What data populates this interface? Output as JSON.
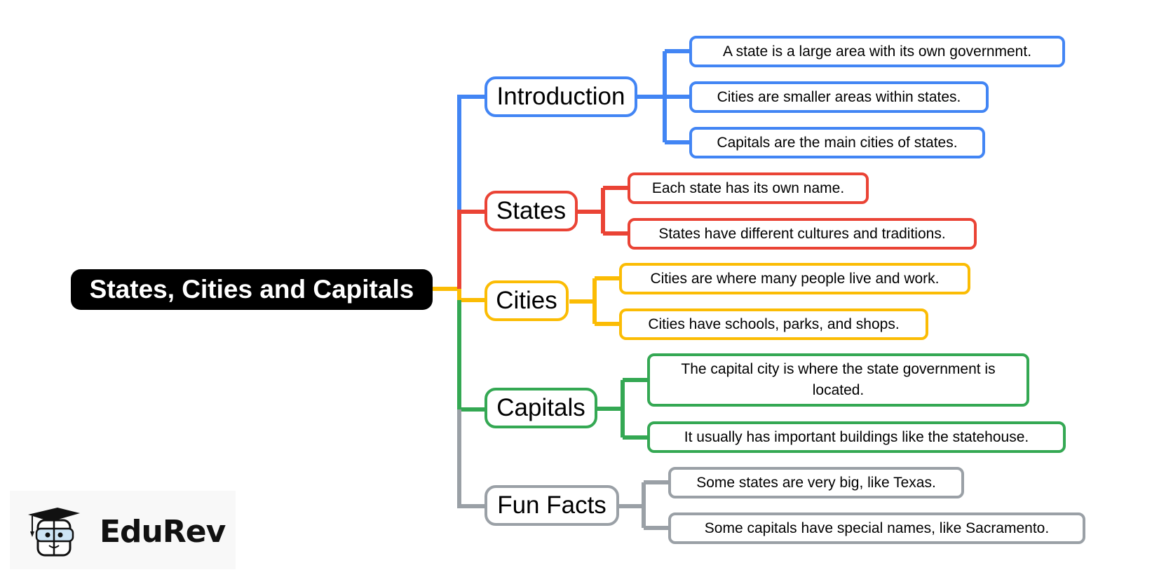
{
  "diagram": {
    "type": "mind-map",
    "root": {
      "label": "States, Cities and Capitals",
      "bg": "#000000",
      "color": "#ffffff"
    },
    "branches": [
      {
        "label": "Introduction",
        "color": "#4285f4",
        "children": [
          "A state is a large area with its own government.",
          "Cities are smaller areas within states.",
          "Capitals are the main cities of states."
        ]
      },
      {
        "label": "States",
        "color": "#ea4335",
        "children": [
          "Each state has its own name.",
          "States have different cultures and traditions."
        ]
      },
      {
        "label": "Cities",
        "color": "#fbbc04",
        "children": [
          "Cities are where many people live and work.",
          "Cities have schools, parks, and shops."
        ]
      },
      {
        "label": "Capitals",
        "color": "#34a853",
        "children": [
          "The capital city is where the state government is located.",
          "It usually has important buildings like the statehouse."
        ]
      },
      {
        "label": "Fun Facts",
        "color": "#9aa0a6",
        "children": [
          "Some states are very big, like Texas.",
          "Some capitals have special names, like Sacramento."
        ]
      }
    ]
  },
  "logo": {
    "text": "EduRev",
    "icon": "graduation-cap-mascot-icon"
  }
}
